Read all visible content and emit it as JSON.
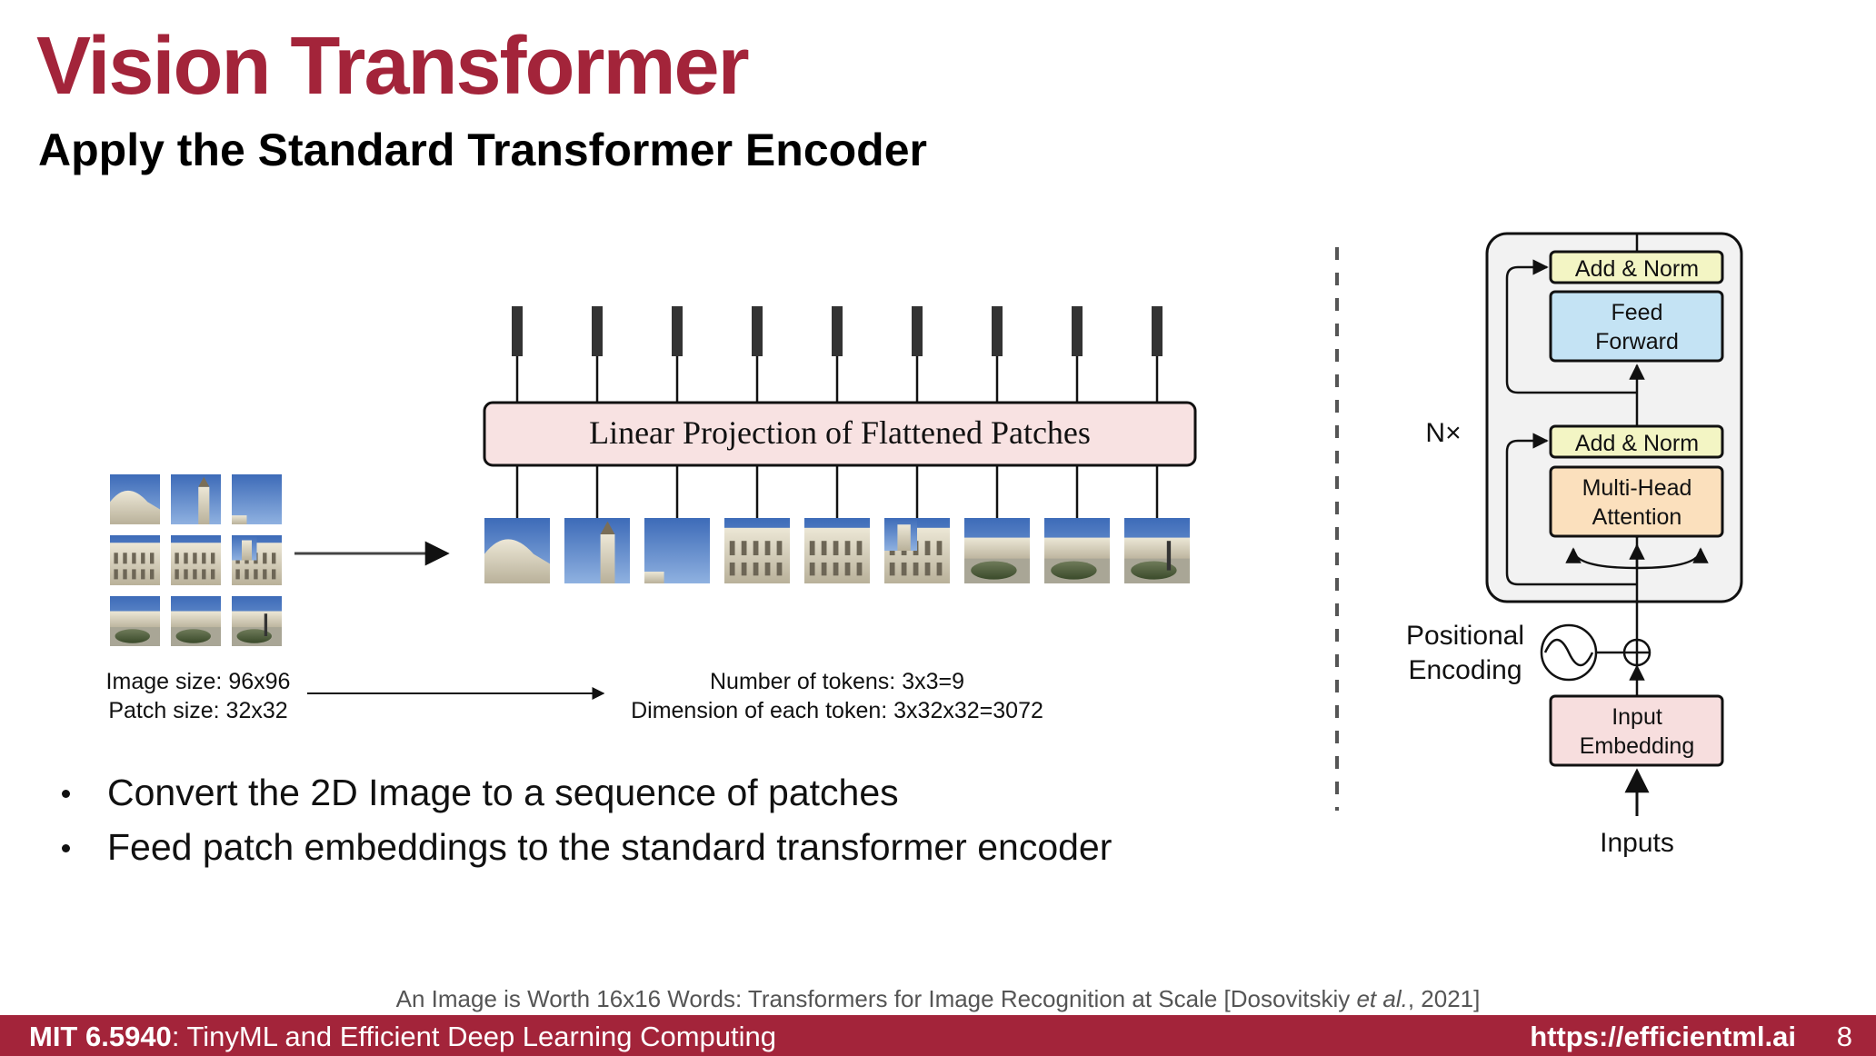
{
  "slide": {
    "title": "Vision Transformer",
    "subtitle": "Apply the Standard Transformer Encoder"
  },
  "diagram": {
    "projection_label": "Linear Projection of Flattened Patches",
    "image_size": "Image size: 96x96",
    "patch_size": "Patch size: 32x32",
    "num_tokens": "Number of tokens: 3x3=9",
    "token_dim": "Dimension of each token: 3x32x32=3072",
    "patch_count": 9
  },
  "encoder": {
    "repeat_label": "N×",
    "add_norm_top": "Add & Norm",
    "feed_forward": [
      "Feed",
      "Forward"
    ],
    "add_norm_bottom": "Add & Norm",
    "attention": [
      "Multi-Head",
      "Attention"
    ],
    "positional": [
      "Positional",
      "Encoding"
    ],
    "input_embedding": [
      "Input",
      "Embedding"
    ],
    "inputs": "Inputs"
  },
  "bullets": [
    "Convert the 2D Image to a sequence of patches",
    "Feed patch embeddings to the standard transformer encoder"
  ],
  "citation": {
    "prefix": "An Image is Worth 16x16 Words: Transformers for Image Recognition at Scale [Dosovitskiy ",
    "italic": "et al.",
    "suffix": ", 2021]"
  },
  "footer": {
    "course_code": "MIT 6.5940",
    "course_name": ": TinyML and Efficient Deep Learning Computing",
    "url": "https://efficientml.ai",
    "page": "8"
  },
  "colors": {
    "brand": "#a3243a",
    "projection_fill": "#f8e2e2",
    "add_norm_fill": "#f3f5c4",
    "feed_forward_fill": "#c4e3f4",
    "attention_fill": "#fbe0bd",
    "embedding_fill": "#f7dede",
    "encoder_bg": "#f2f2f2"
  }
}
